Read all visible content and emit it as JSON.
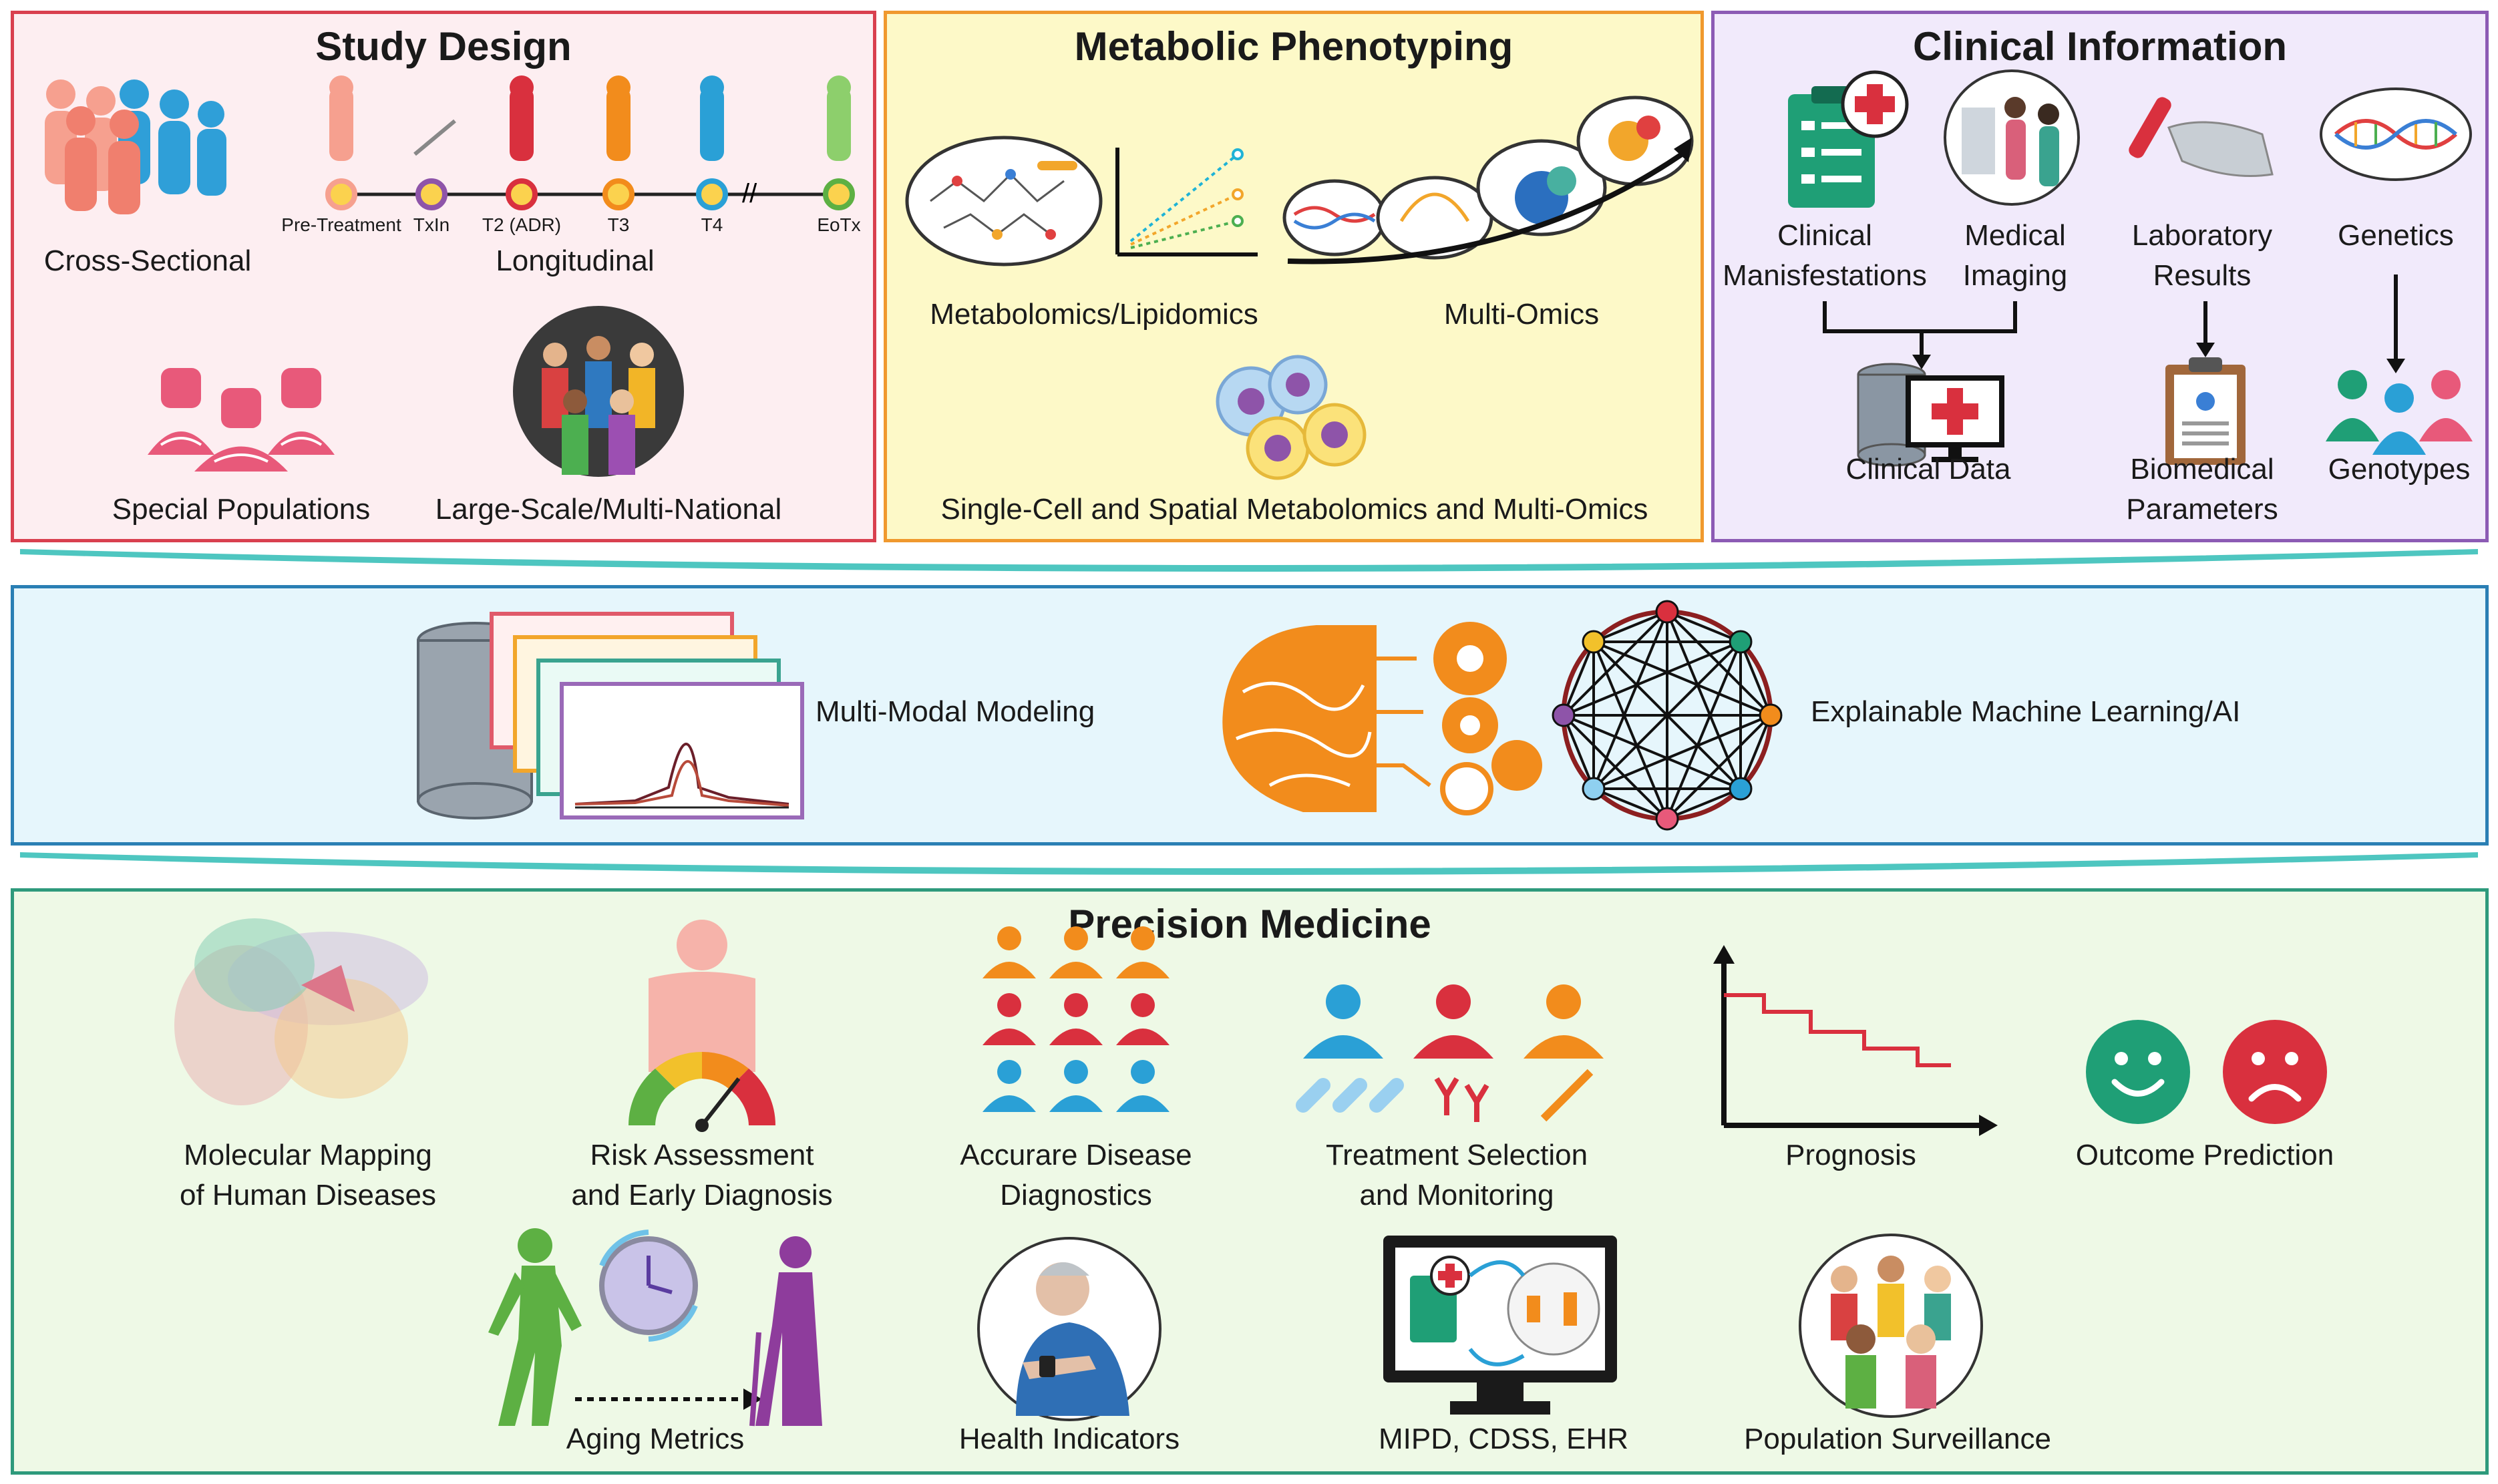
{
  "study_design": {
    "title": "Study Design",
    "cross_sectional": "Cross-Sectional",
    "longitudinal": "Longitudinal",
    "special_populations": "Special Populations",
    "large_scale": "Large-Scale/Multi-National",
    "timeline": [
      "Pre-Treatment",
      "TxIn",
      "T2 (ADR)",
      "T3",
      "T4",
      "EoTx"
    ]
  },
  "metabolic_phenotyping": {
    "title": "Metabolic Phenotyping",
    "metabolomics": "Metabolomics/Lipidomics",
    "multi_omics": "Multi-Omics",
    "single_cell": "Single-Cell and Spatial Metabolomics and Multi-Omics"
  },
  "clinical_information": {
    "title": "Clinical Information",
    "clinical_manifestations_1": "Clinical",
    "clinical_manifestations_2": "Manisfestations",
    "medical_imaging_1": "Medical",
    "medical_imaging_2": "Imaging",
    "lab_results_1": "Laboratory",
    "lab_results_2": "Results",
    "genetics": "Genetics",
    "clinical_data": "Clinical Data",
    "biomedical_1": "Biomedical",
    "biomedical_2": "Parameters",
    "genotypes": "Genotypes"
  },
  "modeling": {
    "multimodal": "Multi-Modal Modeling",
    "explainable": "Explainable Machine Learning/AI"
  },
  "precision_medicine": {
    "title": "Precision Medicine",
    "molecular_mapping_1": "Molecular Mapping",
    "molecular_mapping_2": "of Human Diseases",
    "risk_1": "Risk Assessment",
    "risk_2": "and Early Diagnosis",
    "diagnostics_1": "Accurare Disease",
    "diagnostics_2": "Diagnostics",
    "treatment_1": "Treatment Selection",
    "treatment_2": "and Monitoring",
    "prognosis": "Prognosis",
    "outcome": "Outcome Prediction",
    "aging": "Aging Metrics",
    "health": "Health Indicators",
    "mipd": "MIPD, CDSS, EHR",
    "population": "Population Surveillance"
  },
  "colors": {
    "study_border": "#d9404f",
    "metab_border": "#f0992e",
    "clin_border": "#8c5bb4",
    "model_border": "#2a7fb4",
    "prec_border": "#2e9a7c",
    "connector": "#4ec6c0"
  },
  "icons": [
    "people-crowd-icon",
    "timeline-person-icon",
    "dna-group-icon",
    "crowd-circle-icon",
    "metabolite-network-icon",
    "trend-chart-icon",
    "dna-helix-icon",
    "protein-icon",
    "cells-icon",
    "clipboard-cross-icon",
    "imaging-icon",
    "test-tube-hand-icon",
    "dna-icon",
    "database-monitor-icon",
    "clipboard-icon",
    "genotype-people-icon",
    "spectra-stack-icon",
    "brain-gears-icon",
    "network-graph-icon",
    "scatter-cloud-icon",
    "risk-gauge-icon",
    "people-grid-icon",
    "treatment-people-icon",
    "survival-curve-icon",
    "smiley-icon",
    "sad-face-icon",
    "aging-person-icon",
    "clock-icon",
    "patient-watch-icon",
    "monitor-icon",
    "population-circle-icon"
  ]
}
